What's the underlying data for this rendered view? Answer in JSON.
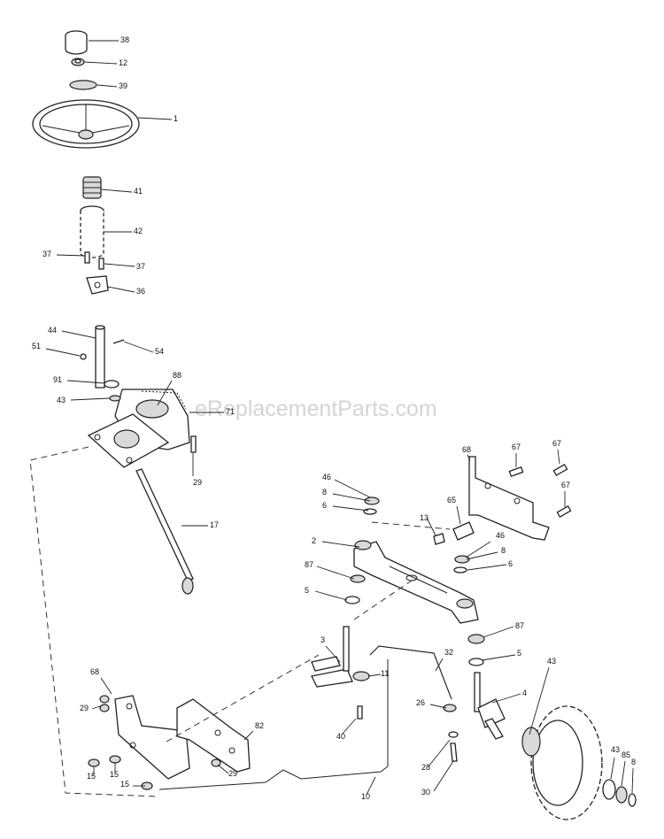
{
  "watermark": "eReplacementParts.com",
  "callouts": [
    {
      "n": "38"
    },
    {
      "n": "12"
    },
    {
      "n": "39"
    },
    {
      "n": "1"
    },
    {
      "n": "41"
    },
    {
      "n": "42"
    },
    {
      "n": "37"
    },
    {
      "n": "37"
    },
    {
      "n": "36"
    },
    {
      "n": "44"
    },
    {
      "n": "51"
    },
    {
      "n": "54"
    },
    {
      "n": "91"
    },
    {
      "n": "88"
    },
    {
      "n": "43"
    },
    {
      "n": "71"
    },
    {
      "n": "29"
    },
    {
      "n": "17"
    },
    {
      "n": "68"
    },
    {
      "n": "67"
    },
    {
      "n": "67"
    },
    {
      "n": "67"
    },
    {
      "n": "46"
    },
    {
      "n": "8"
    },
    {
      "n": "6"
    },
    {
      "n": "13"
    },
    {
      "n": "65"
    },
    {
      "n": "2"
    },
    {
      "n": "46"
    },
    {
      "n": "8"
    },
    {
      "n": "6"
    },
    {
      "n": "87"
    },
    {
      "n": "5"
    },
    {
      "n": "87"
    },
    {
      "n": "3"
    },
    {
      "n": "32"
    },
    {
      "n": "11"
    },
    {
      "n": "5"
    },
    {
      "n": "4"
    },
    {
      "n": "26"
    },
    {
      "n": "40"
    },
    {
      "n": "43"
    },
    {
      "n": "28"
    },
    {
      "n": "30"
    },
    {
      "n": "43"
    },
    {
      "n": "85"
    },
    {
      "n": "8"
    },
    {
      "n": "68"
    },
    {
      "n": "29"
    },
    {
      "n": "82"
    },
    {
      "n": "15"
    },
    {
      "n": "15"
    },
    {
      "n": "29"
    },
    {
      "n": "15"
    },
    {
      "n": "10"
    }
  ]
}
